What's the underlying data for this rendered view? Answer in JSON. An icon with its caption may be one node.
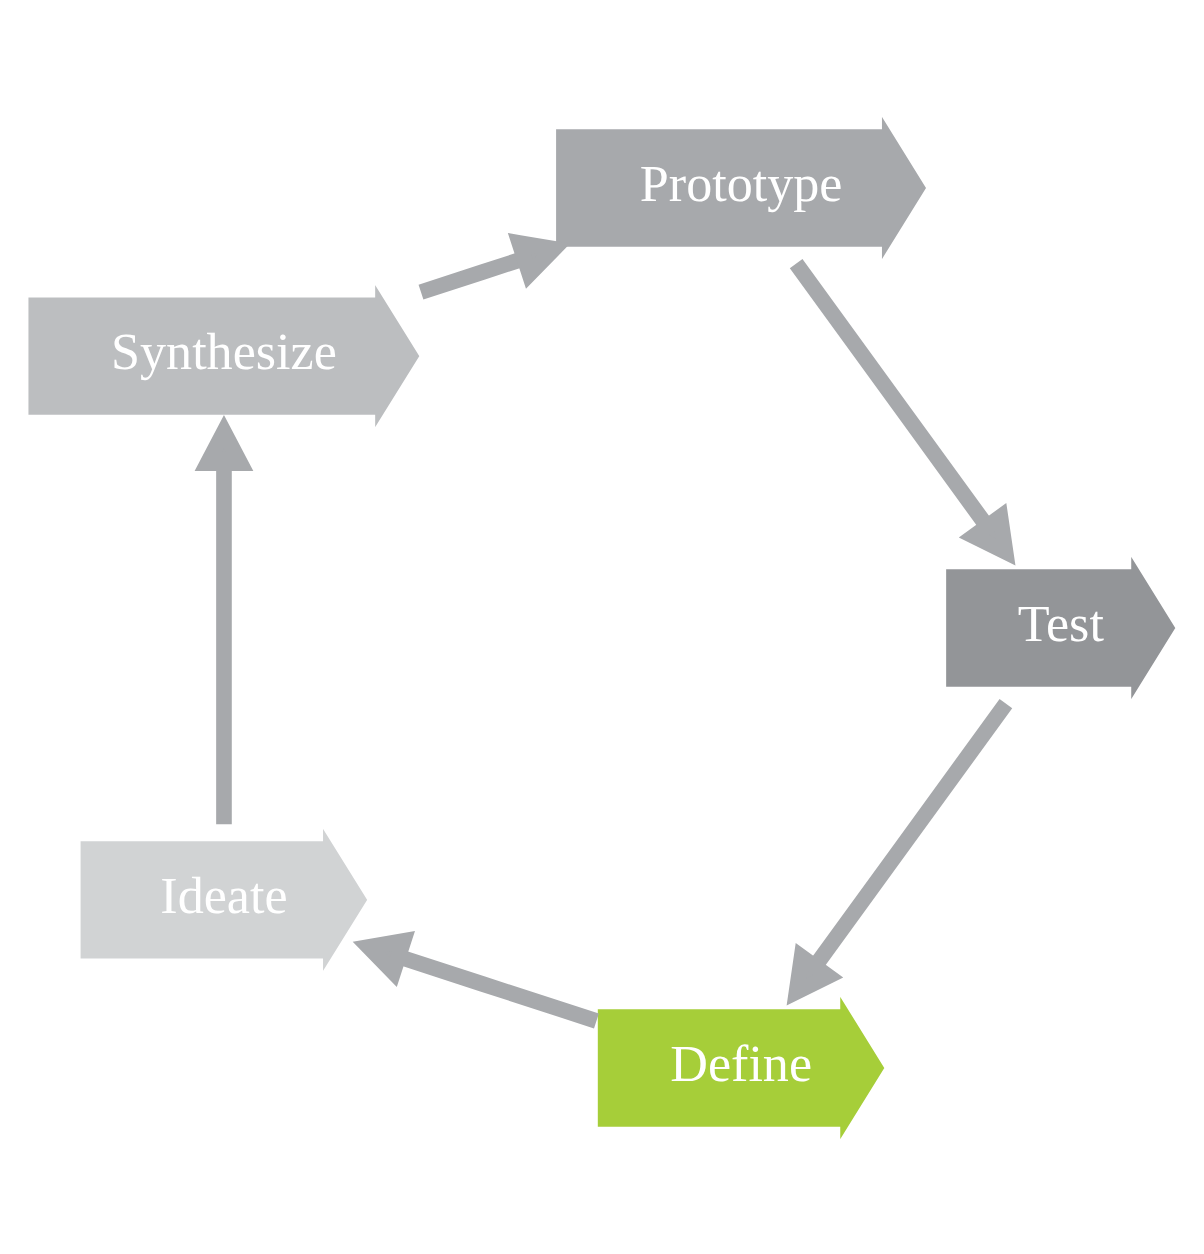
{
  "diagram": {
    "nodes": [
      {
        "text": [
          "Define"
        ]
      },
      {
        "text": [
          "Ideate"
        ]
      },
      {
        "text": [
          "Synthesize"
        ]
      },
      {
        "text": [
          "Prototype"
        ]
      },
      {
        "text": [
          "Test"
        ]
      }
    ],
    "edges": [
      {
        "from": 0,
        "to": 1,
        "arrow": "to"
      },
      {
        "from": 1,
        "to": 2,
        "arrow": "to"
      },
      {
        "from": 2,
        "to": 3,
        "arrow": "to"
      },
      {
        "from": 3,
        "to": 4,
        "arrow": "to"
      },
      {
        "from": 4,
        "to": 0,
        "arrow": "to"
      }
    ]
  }
}
